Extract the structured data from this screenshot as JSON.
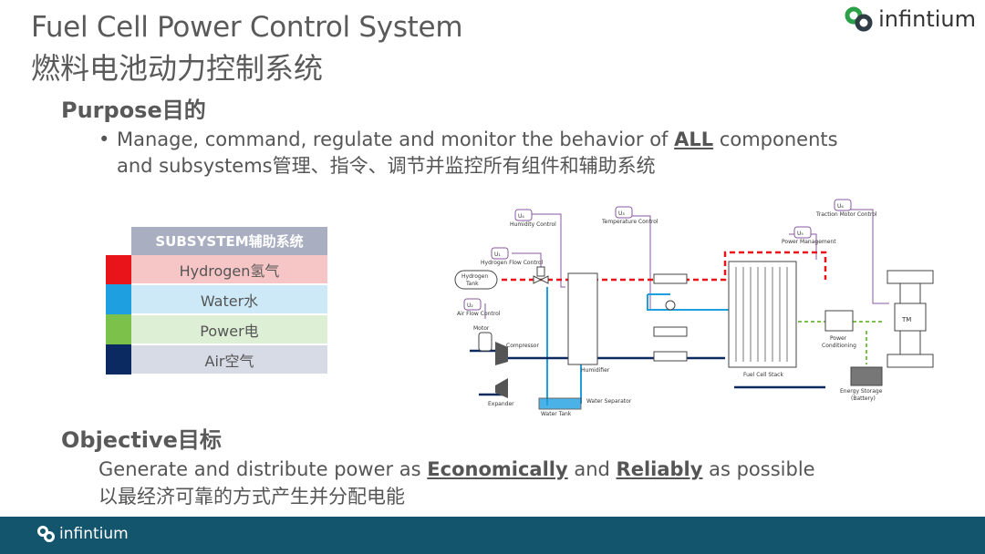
{
  "title": {
    "en": "Fuel Cell Power Control System",
    "cn": "燃料电池动力控制系统"
  },
  "logo": {
    "text": "infintium"
  },
  "purpose": {
    "heading": "Purpose目的",
    "bullet_pre": "Manage, command, regulate and monitor the behavior of ",
    "bullet_em": "ALL",
    "bullet_post": " components",
    "bullet_line2": "and subsystems管理、指令、调节并监控所有组件和辅助系统"
  },
  "legend": {
    "header": "SUBSYSTEM辅助系统",
    "items": [
      {
        "label": "Hydrogen氢气",
        "swatch": "#e8141a",
        "bg": "#f6c6c6"
      },
      {
        "label": "Water水",
        "swatch": "#1ea0e0",
        "bg": "#cde9f7"
      },
      {
        "label": "Power电",
        "swatch": "#7cc24a",
        "bg": "#ddefd4"
      },
      {
        "label": "Air空气",
        "swatch": "#0b2a62",
        "bg": "#d6dbe6"
      }
    ]
  },
  "diagram": {
    "u4": "U₄",
    "u4_label": "Humidity Control",
    "u3": "U₃",
    "u3_label": "Temperature Control",
    "u6": "U₆",
    "u6_label": "Traction Motor Control",
    "u5": "U₅",
    "u5_label": "Power Management",
    "u1": "U₁",
    "u1_label": "Hydrogen Flow Control",
    "u2": "U₂",
    "u2_label": "Air Flow Control",
    "hydrogen_tank": "Hydrogen",
    "hydrogen_tank_2": "Tank",
    "motor": "Motor",
    "compressor": "Compressor",
    "humidifier": "Humidifier",
    "expander": "Expander",
    "water_separator": "Water Separator",
    "water_tank": "Water Tank",
    "fuel_cell_stack": "Fuel Cell Stack",
    "power_conditioning": "Power",
    "power_conditioning_2": "Conditioning",
    "energy_storage": "Energy Storage",
    "energy_storage_2": "(Battery)",
    "tm": "TM"
  },
  "objective": {
    "heading": "Objective目标",
    "line1_a": "Generate and distribute power as ",
    "line1_b": "Economically",
    "line1_c": " and ",
    "line1_d": "Reliably",
    "line1_e": " as possible",
    "line2": "以最经济可靠的方式产生并分配电能"
  },
  "footer": {
    "logo_text": "infintium"
  },
  "colors": {
    "footer": "#14556e",
    "hydrogen": "#e8141a",
    "water": "#1ea0e0",
    "power": "#7cc24a",
    "air": "#0b2a62"
  }
}
